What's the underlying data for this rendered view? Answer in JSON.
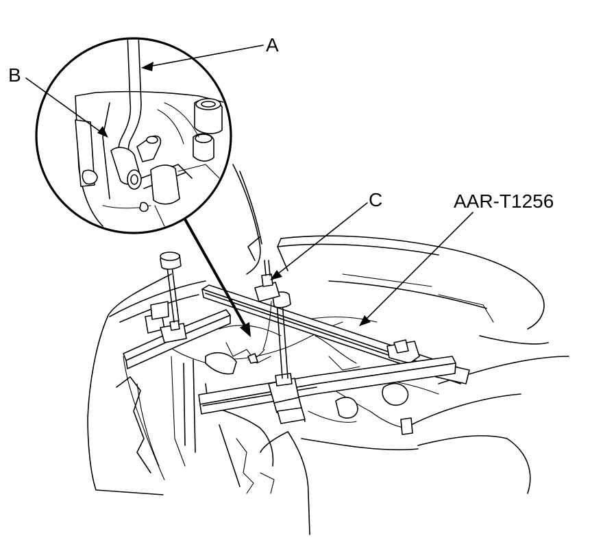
{
  "labels": {
    "a": "A",
    "b": "B",
    "c": "C",
    "tool": "AAR-T1256"
  },
  "colors": {
    "ink": "#000000",
    "paper": "#ffffff"
  }
}
